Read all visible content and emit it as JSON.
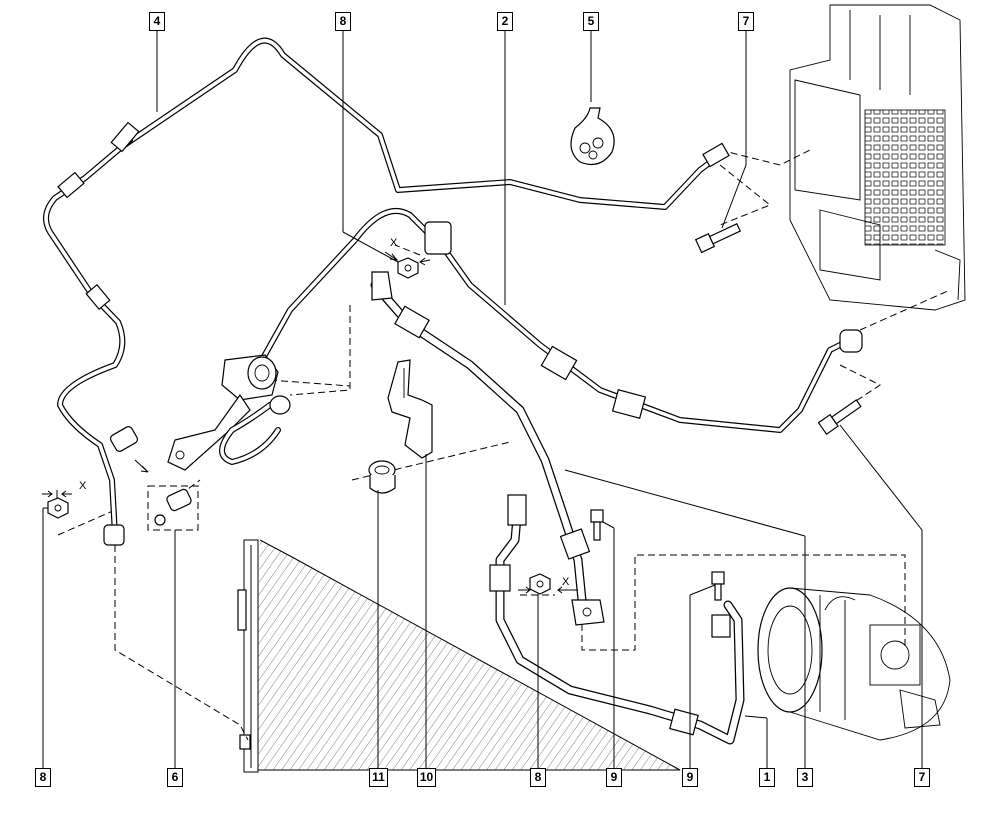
{
  "diagram": {
    "callouts": [
      {
        "id": "c4-top",
        "label": "4"
      },
      {
        "id": "c8-top",
        "label": "8"
      },
      {
        "id": "c2-top",
        "label": "2"
      },
      {
        "id": "c5-top",
        "label": "5"
      },
      {
        "id": "c7-top",
        "label": "7"
      },
      {
        "id": "c8-bl",
        "label": "8"
      },
      {
        "id": "c6-b",
        "label": "6"
      },
      {
        "id": "c11-b",
        "label": "11"
      },
      {
        "id": "c10-b",
        "label": "10"
      },
      {
        "id": "c8-bm",
        "label": "8"
      },
      {
        "id": "c9-b1",
        "label": "9"
      },
      {
        "id": "c9-b2",
        "label": "9"
      },
      {
        "id": "c1-b",
        "label": "1"
      },
      {
        "id": "c3-b",
        "label": "3"
      },
      {
        "id": "c7-b",
        "label": "7"
      }
    ],
    "x_marks": [
      "X",
      "X",
      "X"
    ]
  }
}
